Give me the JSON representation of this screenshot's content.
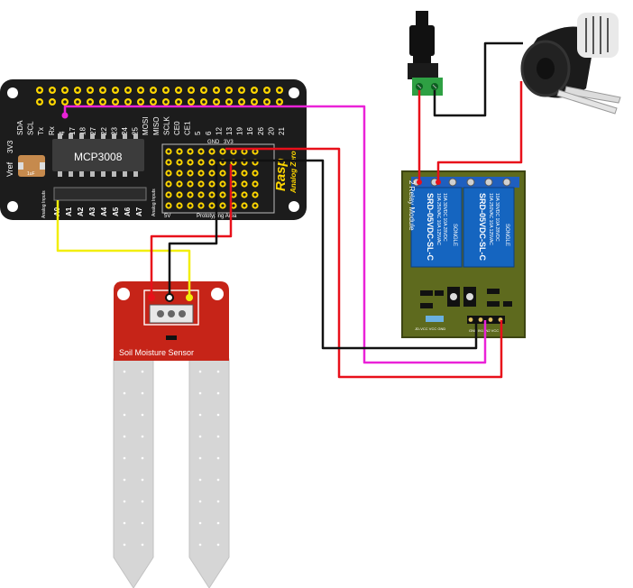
{
  "hat_board": {
    "chip_label": "MCP3008",
    "brand_label": "Rasp",
    "brand_sub": "Analog Zero",
    "proto_label": "Prototyping Area",
    "gnd_label": "GND",
    "v33_label": "3V3",
    "v5_label": "5V",
    "analog_inputs_label": "Analog Inputs",
    "cap_label": "1uF",
    "vref_label": "Vref",
    "top_row_labels": [
      "SDA",
      "SCL",
      "Tx",
      "Rx",
      "4",
      "17",
      "18",
      "27",
      "22",
      "23",
      "24",
      "25",
      "MOSI",
      "MISO",
      "SCLK",
      "CE0",
      "CE1",
      "5",
      "6",
      "12",
      "13",
      "19",
      "16",
      "26",
      "20",
      "21"
    ],
    "top_left_labels": [
      "3V3"
    ],
    "analog_labels": [
      "A0",
      "A1",
      "A2",
      "A3",
      "A4",
      "A5",
      "A6",
      "A7"
    ]
  },
  "relay_module": {
    "title": "2 Relay Module",
    "relay_text_1": "SRD-05VDC-SL-C",
    "relay_text_2": "SRD-05VDC-SL-C",
    "relay_spec": "10A 250VAC  10A 125VAC",
    "relay_spec_2": "10A 30VDC  10A 28VDC",
    "songle_1": "SONGLE",
    "songle_2": "SONGLE",
    "jumper_label": "JD-VCC VCC GND",
    "pins_label": "GND IN1 IN2 VCC"
  },
  "sensor": {
    "label": "Soil Moisture Sensor"
  },
  "colors": {
    "board": "#1c1c1c",
    "relay_board": "#5e6a1e",
    "relay": "#1565c0",
    "sensor": "#c62418",
    "probe": "#d6d6d6",
    "wire_red": "#e8101a",
    "wire_black": "#111111",
    "wire_yellow": "#f2ee0a",
    "wire_magenta": "#ea22d8"
  }
}
